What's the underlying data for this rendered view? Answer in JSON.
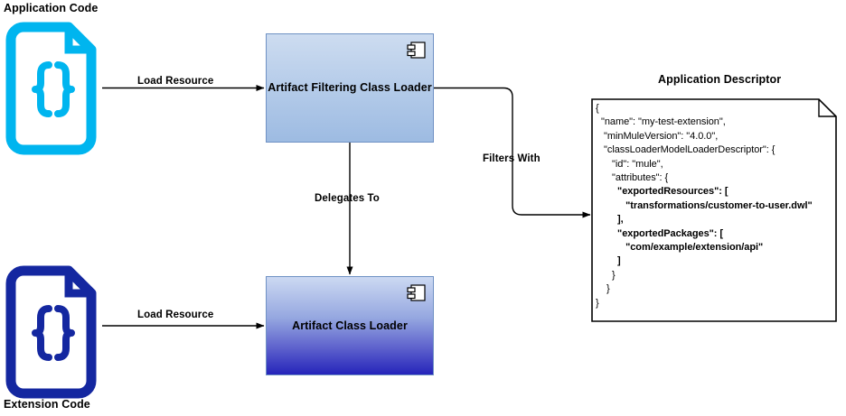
{
  "diagram": {
    "title_hidden": "",
    "nodes": [
      {
        "id": "application-code",
        "label": "Application Code",
        "icon": "code-document-icon",
        "color": "#00B5EF"
      },
      {
        "id": "artifact-filtering-class-loader",
        "label": "Artifact Filtering Class Loader",
        "icon": "uml-component-icon",
        "gradient_from": "#cddcf0",
        "gradient_to": "#9dbbe2",
        "border": "#6f91c4"
      },
      {
        "id": "extension-code",
        "label": "Extension Code",
        "icon": "code-document-icon",
        "color": "#1427A0"
      },
      {
        "id": "artifact-class-loader",
        "label": "Artifact Class Loader",
        "icon": "uml-component-icon",
        "gradient_from": "#ccd9f2",
        "gradient_to": "#2524ba",
        "border": "#6f91c4"
      },
      {
        "id": "application-descriptor",
        "label": "Application Descriptor",
        "icon": "note-document-icon"
      }
    ],
    "edges": [
      {
        "id": "load-resource-top",
        "label": "Load Resource",
        "from": "application-code",
        "to": "artifact-filtering-class-loader"
      },
      {
        "id": "delegates-to",
        "label": "Delegates To",
        "from": "artifact-filtering-class-loader",
        "to": "artifact-class-loader"
      },
      {
        "id": "filters-with",
        "label": "Filters With",
        "from": "artifact-filtering-class-loader",
        "to": "application-descriptor"
      },
      {
        "id": "load-resource-bottom",
        "label": "Load Resource",
        "from": "extension-code",
        "to": "artifact-class-loader"
      }
    ]
  },
  "descriptor": {
    "title": "Application Descriptor",
    "lines": [
      {
        "text": "{",
        "bold": false
      },
      {
        "text": "  \"name\": \"my-test-extension\",",
        "bold": false
      },
      {
        "text": "   \"minMuleVersion\": \"4.0.0\",",
        "bold": false
      },
      {
        "text": "   \"classLoaderModelLoaderDescriptor\": {",
        "bold": false
      },
      {
        "text": "      \"id\": \"mule\",",
        "bold": false
      },
      {
        "text": "      \"attributes\": {",
        "bold": false
      },
      {
        "text": "        \"exportedResources\": [",
        "bold": true
      },
      {
        "text": "           \"transformations/customer-to-user.dwl\"",
        "bold": true
      },
      {
        "text": "        ],",
        "bold": true
      },
      {
        "text": "        \"exportedPackages\": [",
        "bold": true
      },
      {
        "text": "           \"com/example/extension/api\"",
        "bold": true
      },
      {
        "text": "        ]",
        "bold": true
      },
      {
        "text": "      }",
        "bold": false
      },
      {
        "text": "    }",
        "bold": false
      },
      {
        "text": "}",
        "bold": false
      }
    ]
  },
  "colors": {
    "application_code_cyan": "#00B5EF",
    "extension_code_blue": "#1427A0",
    "box_border": "#6f91c4",
    "arrow": "#000000",
    "text": "#000000",
    "background": "#ffffff"
  }
}
